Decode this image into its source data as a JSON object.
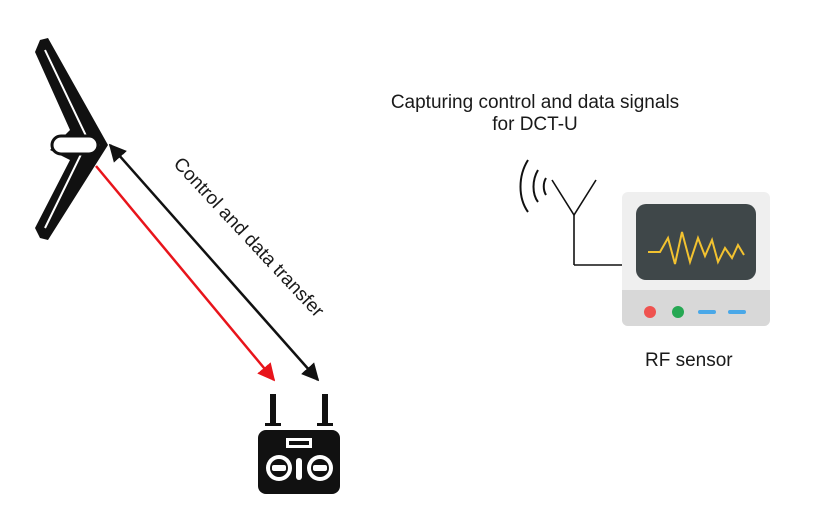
{
  "diagram": {
    "caption_line1": "Capturing control and data  signals",
    "caption_line2": "for DCT-U",
    "link_label": "Control and data transfer",
    "sensor_label": "RF sensor"
  },
  "colors": {
    "uplink_arrow": "#e8141b",
    "link_arrow": "#111111",
    "monitor_body": "#efefef",
    "monitor_base": "#d8d8d8",
    "screen": "#3f4749",
    "waveform": "#f2c230",
    "led_red": "#ef5350",
    "led_green": "#26a853",
    "led_blue": "#4aa8e8"
  },
  "icons": [
    "drone-icon",
    "remote-controller-icon",
    "antenna-icon",
    "signal-waves-icon",
    "rf-monitor-icon"
  ]
}
